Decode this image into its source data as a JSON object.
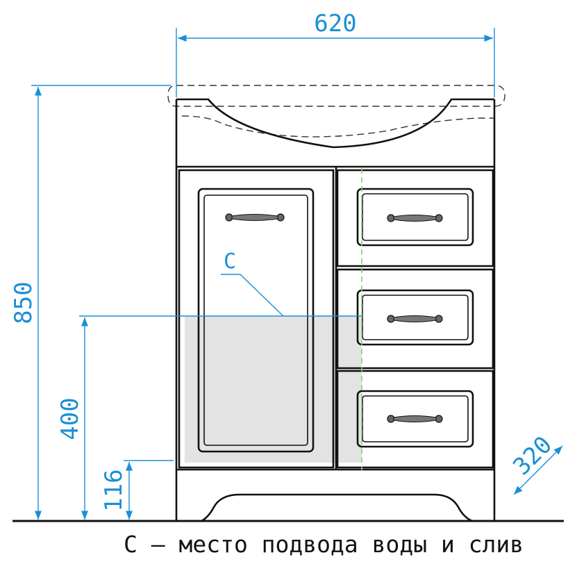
{
  "dimensions": {
    "width": "620",
    "height": "850",
    "connection_height": "400",
    "plinth_height": "116",
    "depth": "320"
  },
  "callout": {
    "label": "С"
  },
  "caption": "С – место подвода воды и слив",
  "colors": {
    "dimension": "#1a8fd6",
    "outline": "#111111",
    "connection_zone": "#e3e3e3",
    "centerline": "#7fd36a"
  }
}
